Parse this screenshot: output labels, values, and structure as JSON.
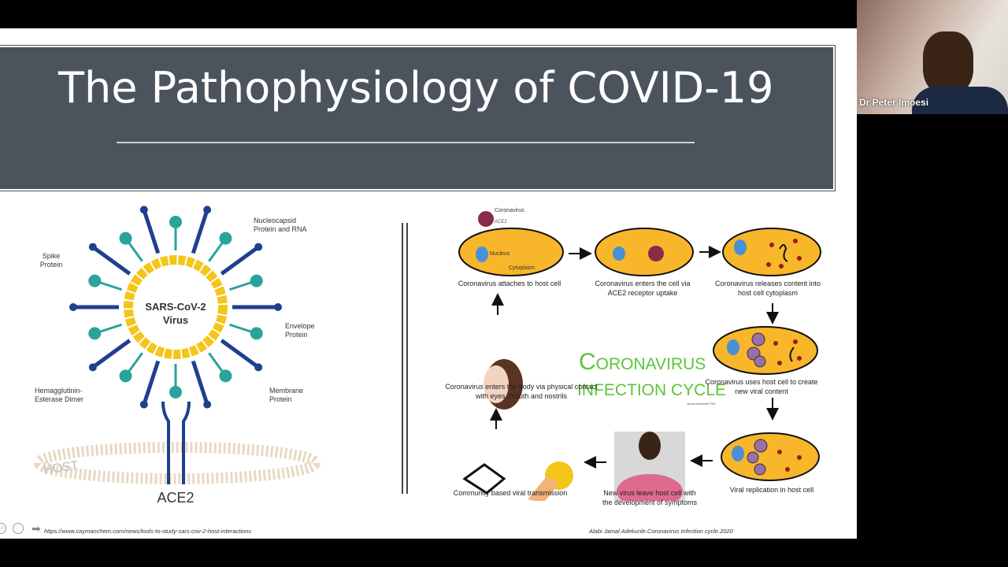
{
  "slide": {
    "title": "The Pathophysiology of COVID-19",
    "virus_diagram": {
      "center_label_1": "SARS-CoV-2",
      "center_label_2": "Virus",
      "labels": [
        "Spike Protein",
        "Nucleocapsid Protein and RNA",
        "Envelope Protein",
        "Membrane Protein",
        "Hemagglutinin-Esterase Dimer"
      ],
      "host": "HOST",
      "receptor": "ACE2"
    },
    "cycle": {
      "title_1": "Coronavirus",
      "title_2": "INFECTION CYCLE",
      "author_small": "Jamal Adekunle PhD",
      "cell_labels": {
        "virus": "Coronavirus",
        "ace2": "ACE2",
        "nucleus": "Nucleus",
        "cytoplasm": "Cytoplasm"
      },
      "steps": [
        "Coronavirus attaches to host cell",
        "Coronavirus enters the cell via ACE2 receptor uptake",
        "Coronavirus releases content into host cell cytoplasm",
        "Coronavirus uses host cell to create new viral content",
        "Viral replication in host cell",
        "New virus leave host cell with the development of symptoms",
        "Community based viral transmission",
        "Coronavirus enters the body via physical contact with eyes, mouth and nostrils"
      ]
    },
    "source_left": "https://www.caymanchem.com/news/tools-to-study-sars-cov-2-host-interactions",
    "source_right": "Alabi Jamal Adekunle.Coronavirus Infection cycle.2020"
  },
  "video": {
    "participant_name": "Dr Peter Imoesi"
  },
  "colors": {
    "banner": "#4b545d",
    "cell": "#f8b62a",
    "nucleus": "#4a90d9",
    "virus_blue": "#1f3f8f",
    "virus_teal": "#2aa39a",
    "virus_yellow": "#f5c518",
    "cycle_green": "#5cc43a"
  }
}
